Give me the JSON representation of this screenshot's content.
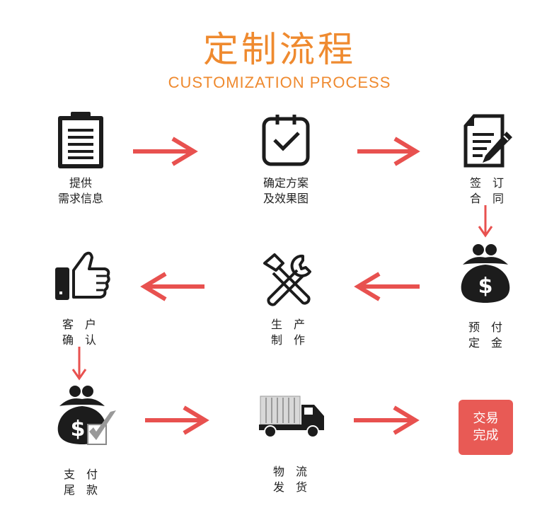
{
  "title": {
    "chinese": "定制流程",
    "english": "CUSTOMIZATION PROCESS"
  },
  "colors": {
    "title": "#ef8a2f",
    "arrow": "#e8514f",
    "icon": "#1c1c1c",
    "done_box": "#e85a55"
  },
  "steps": [
    {
      "icon": "clipboard-icon",
      "line1": "提供",
      "line2": "需求信息"
    },
    {
      "icon": "calendar-check-icon",
      "line1": "确定方案",
      "line2": "及效果图"
    },
    {
      "icon": "contract-sign-icon",
      "line1": "签　订",
      "line2": "合　同"
    },
    {
      "icon": "money-bag-icon",
      "line1": "预　付",
      "line2": "定　金"
    },
    {
      "icon": "tools-icon",
      "line1": "生　产",
      "line2": "制　作"
    },
    {
      "icon": "thumbs-up-icon",
      "line1": "客　户",
      "line2": "确　认"
    },
    {
      "icon": "money-bag-check-icon",
      "line1": "支　付",
      "line2": "尾　款"
    },
    {
      "icon": "truck-icon",
      "line1": "物　流",
      "line2": "发　货"
    }
  ],
  "final_step": {
    "line1": "交易",
    "line2": "完成"
  }
}
